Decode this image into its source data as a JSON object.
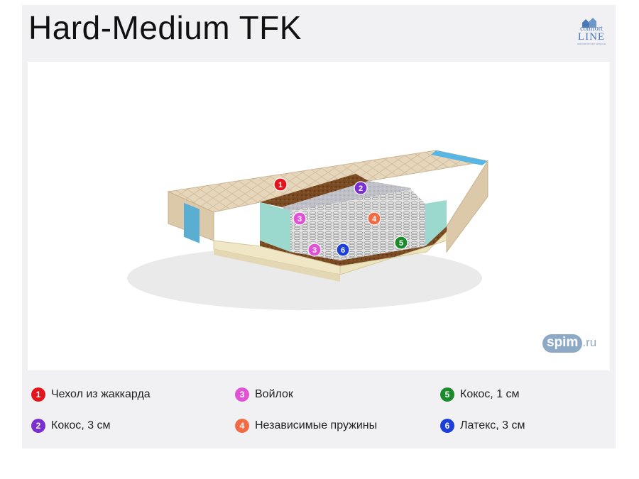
{
  "title": "Hard-Medium TFK",
  "logo": {
    "line1": "comfort",
    "line2": "LINE",
    "tagline": "анатомические матрасы"
  },
  "watermark": {
    "name": "spim",
    "tld": ".ru"
  },
  "layers": [
    {
      "num": "1",
      "label": "Чехол из жаккарда",
      "color": "#e3141b"
    },
    {
      "num": "2",
      "label": "Кокос, 3 см",
      "color": "#7b2fd0"
    },
    {
      "num": "3",
      "label": "Войлок",
      "color": "#e052d6"
    },
    {
      "num": "4",
      "label": "Независимые пружины",
      "color": "#f26b45"
    },
    {
      "num": "5",
      "label": "Кокос, 1 см",
      "color": "#1a8a2a"
    },
    {
      "num": "6",
      "label": "Латекс, 3 см",
      "color": "#1b3fd8"
    }
  ],
  "image_markers": [
    "1",
    "2",
    "3",
    "4",
    "3",
    "6",
    "5"
  ]
}
